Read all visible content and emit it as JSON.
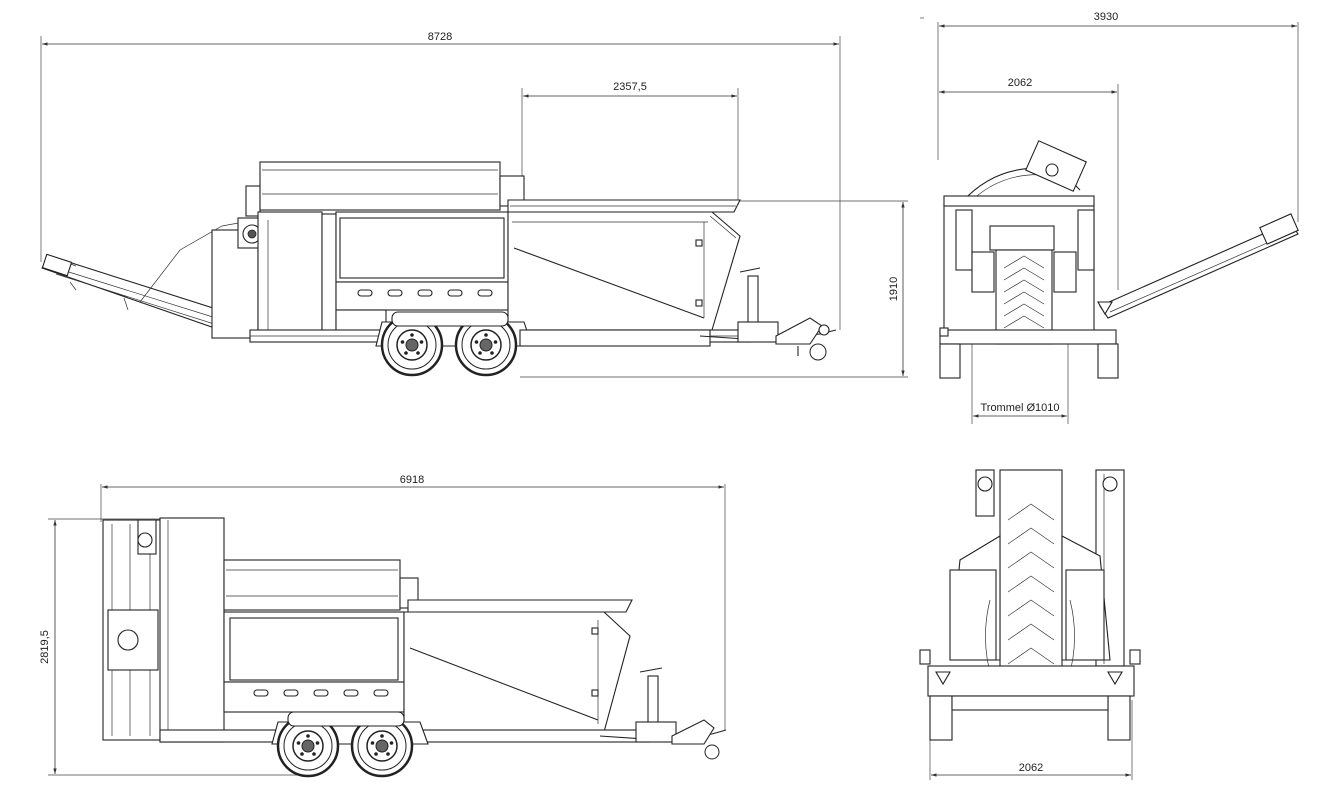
{
  "dimensions": {
    "side_total_length": "8728",
    "hopper_length": "2357,5",
    "side_height": "1910",
    "front_total_width": "3930",
    "front_body_width": "2062",
    "trommel_diameter": "Trommel Ø1010",
    "transport_length": "6918",
    "transport_height": "2819,5",
    "rear_width": "2062"
  },
  "colors": {
    "line": "#222222",
    "background": "#ffffff"
  }
}
